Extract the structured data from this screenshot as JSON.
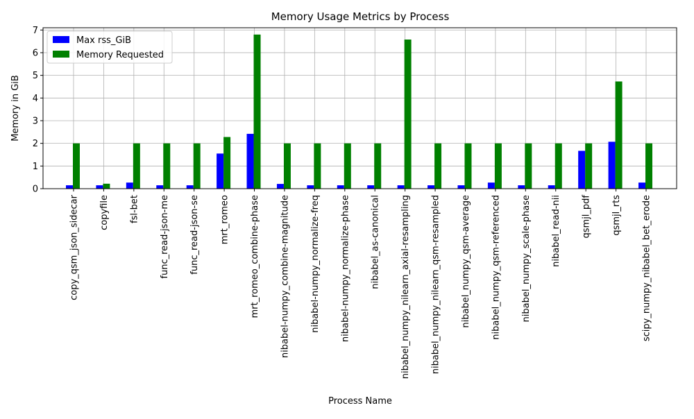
{
  "chart_data": {
    "type": "bar",
    "title": "Memory Usage Metrics by Process",
    "xlabel": "Process Name",
    "ylabel": "Memory in GiB",
    "ylim": [
      0,
      7.1
    ],
    "yticks": [
      0,
      1,
      2,
      3,
      4,
      5,
      6,
      7
    ],
    "grid": true,
    "legend_position": "top-left",
    "categories": [
      "copy_qsm_json_sidecar",
      "copyfile",
      "fsl-bet",
      "func_read-json-me",
      "func_read-json-se",
      "mrt_romeo",
      "mrt_romeo_combine-phase",
      "nibabel-numpy_combine-magnitude",
      "nibabel-numpy_normalize-freq",
      "nibabel-numpy_normalize-phase",
      "nibabel_as-canonical",
      "nibabel_numpy_nilearn_axial-resampling",
      "nibabel_numpy_nilearn_qsm-resampled",
      "nibabel_numpy_qsm-average",
      "nibabel_numpy_qsm-referenced",
      "nibabel_numpy_scale-phase",
      "nibabel_read-nii",
      "qsmjl_pdf",
      "qsmjl_rts",
      "scipy_numpy_nibabel_bet_erode"
    ],
    "series": [
      {
        "name": "Max rss_GiB",
        "color": "#0000ff",
        "values": [
          0.15,
          0.15,
          0.27,
          0.15,
          0.15,
          1.55,
          2.42,
          0.21,
          0.15,
          0.15,
          0.15,
          0.15,
          0.15,
          0.15,
          0.27,
          0.15,
          0.15,
          1.67,
          2.07,
          0.27
        ]
      },
      {
        "name": "Memory Requested",
        "color": "#008000",
        "values": [
          2.0,
          0.22,
          2.0,
          2.0,
          2.0,
          2.28,
          6.8,
          2.0,
          2.0,
          2.0,
          2.0,
          6.58,
          2.0,
          2.0,
          2.0,
          2.0,
          2.0,
          2.0,
          4.73,
          2.0
        ]
      }
    ]
  }
}
